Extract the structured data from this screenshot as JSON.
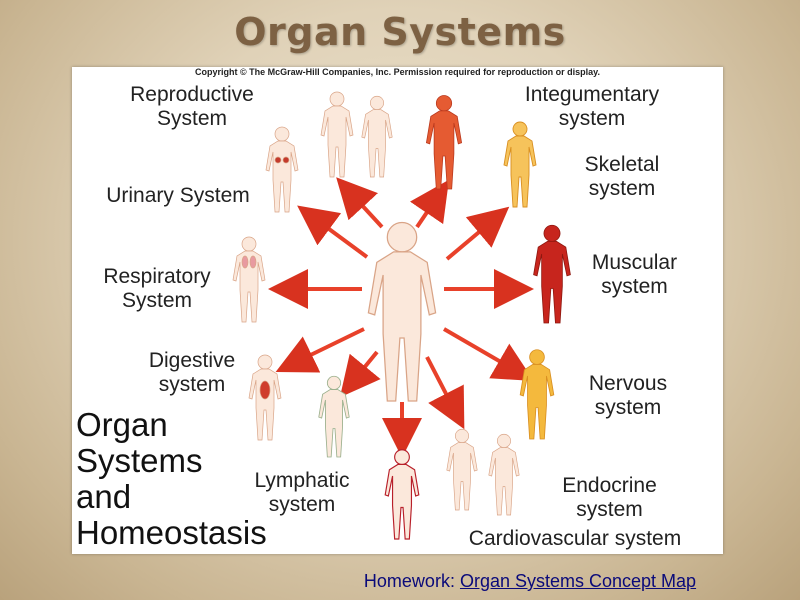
{
  "slide": {
    "title": "Organ Systems",
    "homework_prefix": "Homework:",
    "homework_link": "Organ Systems Concept Map"
  },
  "figure": {
    "copyright": "Copyright © The McGraw-Hill Companies, Inc. Permission required for reproduction or display.",
    "heading_lines": [
      "Organ",
      "Systems",
      "and",
      "Homeostasis"
    ],
    "labels": {
      "reproductive": [
        "Reproductive",
        "System"
      ],
      "integumentary": [
        "Integumentary",
        "system"
      ],
      "skeletal": [
        "Skeletal",
        "system"
      ],
      "urinary": [
        "Urinary System"
      ],
      "muscular": [
        "Muscular",
        "system"
      ],
      "respiratory": [
        "Respiratory",
        "System"
      ],
      "digestive": [
        "Digestive",
        "system"
      ],
      "nervous": [
        "Nervous",
        "system"
      ],
      "lymphatic": [
        "Lymphatic",
        "system"
      ],
      "endocrine": [
        "Endocrine",
        "system"
      ],
      "cardiovascular": [
        "Cardiovascular system"
      ]
    }
  },
  "colors": {
    "title": "#7d6143",
    "arrow": "#e8412a",
    "body_outline": "#c9896c",
    "link": "#0a0a7a"
  }
}
